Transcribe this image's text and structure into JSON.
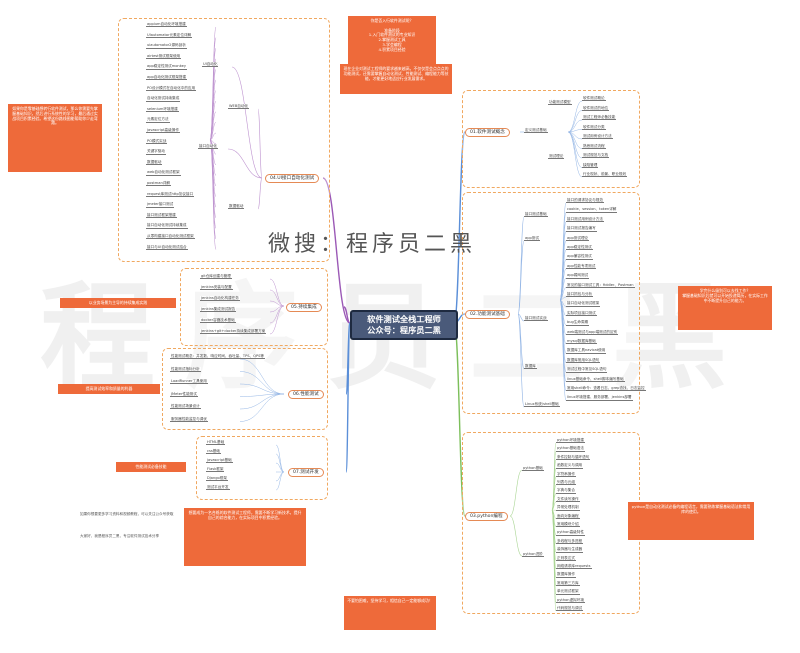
{
  "center": {
    "line1": "软件测试全栈工程师",
    "line2": "公众号：程序员二黑"
  },
  "signature": "微搜：程序员二黑",
  "watermark": "程序员二黑",
  "b01": {
    "title": "01.软件测试概念",
    "n_define": "定义测试基础",
    "n_funmodel": "功能测试模型",
    "n_inter": "测试理论",
    "leaves": [
      "软件测试概论",
      "软件测试的地位",
      "测试工程师必备技能",
      "软件测试分类",
      "测试用例设计方法",
      "熟悉测试流程",
      "测试规范与文档",
      "缺陷管理",
      "行业现状、前景、职业规划"
    ]
  },
  "b02": {
    "title": "02.功能测试基础",
    "n_sub": [
      "接口测试基础",
      "app测试",
      "接口测试实战",
      "数据库",
      "Linux系统/shell基础"
    ],
    "leaves": [
      "接口的请求协议与规范",
      "cookie、session、token详解",
      "接口测试用例设计方法",
      "接口测试报告编写",
      "app测试理论",
      "app稳定性测试",
      "app兼容性测试",
      "app性能专项测试",
      "app弱网测试",
      "常见的接口测试工具：fiddler、Postman",
      "接口抓包与分析",
      "接口自动化测试框架",
      "实际项目接口测试",
      "bug生命周期",
      "web端测试与app端测试的区别",
      "mysql数据库基础",
      "数据库工具navicat使用",
      "数据库常用SQL语句",
      "测试过程中常见SQL语句",
      "linux基础命令、shell脚本编写基础",
      "常用shell命令：查看日志、grep查找、日志监控",
      "linux环境搭建、服务部署、jenkins部署"
    ]
  },
  "b03": {
    "title": "03.python编程",
    "n_sub": [
      "python基础",
      "python进阶"
    ],
    "leaves": [
      "python环境搭建",
      "python基础语法",
      "条件控制与循环语句",
      "函数定义与调用",
      "字符串操作",
      "列表与元组",
      "字典与集合",
      "文件读写操作",
      "异常处理机制",
      "面向对象编程",
      "常用模块介绍",
      "python高级特性",
      "多线程与多进程",
      "装饰器与生成器",
      "正则表达式",
      "网络请求库requests",
      "数据库操作",
      "常用第三方库",
      "单元测试框架",
      "python虚拟环境",
      "代码规范与调试"
    ]
  },
  "b04": {
    "title": "04.UI接口自动化测试",
    "n_sub": [
      "UI自动化",
      "WEB自动化",
      "接口自动化",
      "数据驱动"
    ],
    "leaves": [
      "appium自动化环境搭建",
      "UIautomator元素定位详解",
      "uiautomator2源码剖析",
      "airtest测试框架使用",
      "app稳定性测试monkey",
      "app自动化测试框架搭建",
      "PO设计模式在自动化中的应用",
      "自动化测试持续集成",
      "selenium环境搭建",
      "元素定位方法",
      "javascript高级操作",
      "PO模式实战",
      "关键字驱动",
      "数据驱动",
      "web自动化测试框架",
      "postman详解",
      "request库测试http协议接口",
      "jmeter接口测试",
      "接口测试框架搭建",
      "接口自动化测试持续集成",
      "从零构建接口自动化测试框架",
      "接口与UI自动化测试结合"
    ]
  },
  "b05": {
    "title": "05.持续集成",
    "leaves": [
      "git仓库创建与管理",
      "jenkins安装与配置",
      "jenkins自动化构建任务",
      "jenkins集成测试报告",
      "docker容器技术基础",
      "jenkins+git+docker持续集成部署方案"
    ]
  },
  "b06": {
    "title": "06.性能测试",
    "leaves": [
      "性能测试概念：并发数、响应时间、吞吐量、TPS、QPS等",
      "性能测试指标分析",
      "LoadRunner工具使用",
      "JMeter性能测试",
      "性能测试场景设计",
      "服务器性能监控与调优"
    ]
  },
  "b07": {
    "title": "07.测试开发",
    "leaves": [
      "HTML基础",
      "css基础",
      "javascript基础",
      "Flask框架",
      "Django框架",
      "测试平台开发"
    ]
  },
  "notes": {
    "top1": "你是否入行软件测试呢？\n\n准备阶段\n1.入门软件测试的专业知识\n2.掌握测试工具\n3.学会编程\n4.积累项目经验",
    "top2": "现在企业对测试工程师的要求越来越高，不仅仅是会点点点的功能测试，还需要掌握自动化测试、性能测试、编程能力等技能，才能更好地适应行业发展需求。",
    "left1": "如果你是零基础想转行软件测试，那么你需要先掌握基础知识，然后进行系统性的学习，最后通过实战项目积累经验。希望这份路线图能帮助你少走弯路。",
    "left2": "以业务场景为主导的持续集成实践",
    "left3": "提高测试效率和质量的利器",
    "left4": "性能测试必备技能",
    "right1": "学完什么级别可以去找工作？\n掌握基础知识后就可以开始投递简历，在实际工作中不断提升自己的能力。",
    "right2": "python是自动化测试必备的编程语言，需要熟练掌握基础语法和常用库的使用。",
    "bottom1": "想要成为一名合格的软件测试工程师，需要不断学习新技术，提升自己的综合能力，在实际项目中积累经验。",
    "bottom2": "不要怕困难，坚持学习，相信自己一定能够成功！"
  },
  "text_notes": {
    "left_a": "如果你想要更多学习资料和视频教程，可以关注公众号获取",
    "left_b": "大家好，我是程序员二黑，专注软件测试技术分享"
  },
  "colors": {
    "center_bg": "#4a5a7a",
    "note_bg": "#ee6a3a",
    "frame": "#f0a860",
    "line_blue": "#5b8fd8",
    "line_purple": "#9b59b6",
    "line_green": "#7cbf5a"
  }
}
